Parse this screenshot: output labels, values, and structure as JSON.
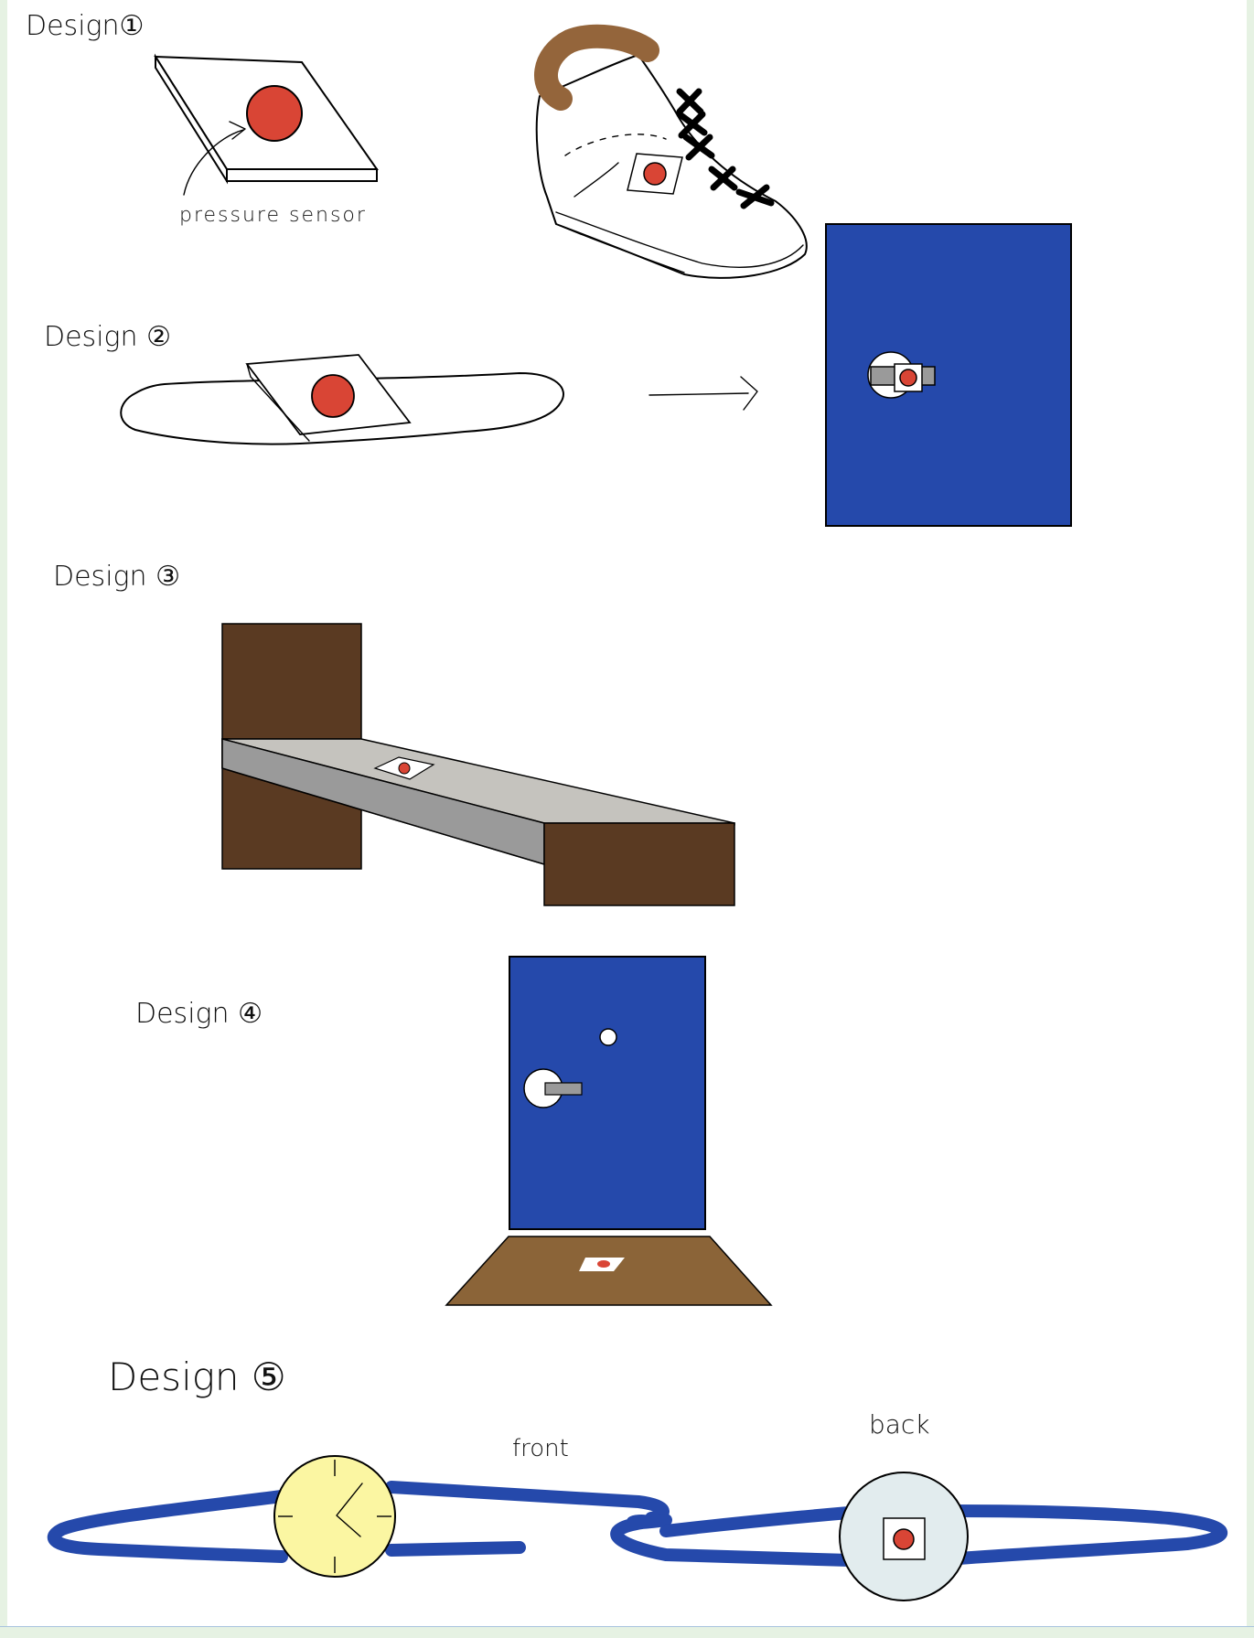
{
  "labels": {
    "design1": "Design①",
    "design2": "Design ②",
    "design3": "Design ③",
    "design4": "Design ④",
    "design5": "Design ⑤",
    "pressure_sensor": "pressure sensor",
    "front": "front",
    "back": "back"
  },
  "colors": {
    "sensor_red": "#d94535",
    "door_blue": "#2549ab",
    "wood_brown": "#5a3a22",
    "mat_brown": "#8b6438",
    "bench_top": "#c5c3be",
    "bench_side": "#9a9a9a",
    "strap_blue": "#2549ab",
    "watch_face": "#fbf6a2",
    "watch_back": "#e2ecee",
    "boot_collar": "#94653b"
  },
  "icons": [
    "pressure-sensor-icon",
    "boot-icon",
    "arrow-icon",
    "door-icon",
    "bench-icon",
    "doormat-icon",
    "watch-front-icon",
    "watch-back-icon"
  ]
}
